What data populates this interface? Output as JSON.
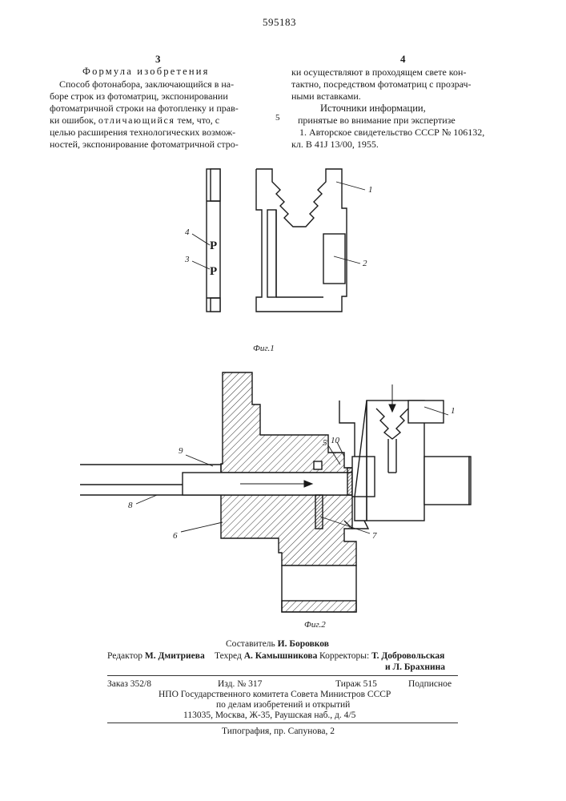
{
  "header": {
    "patent_number": "595183",
    "left_col_num": "3",
    "right_col_num": "4",
    "line_num": "5"
  },
  "left_col": {
    "heading": "Формула изобретения",
    "lines": [
      "Способ фотонабора, заключающийся в на-",
      "боре строк из фотоматриц, экспонировании",
      "фотоматричной строки на фотопленку и прав-",
      "ки ошибок,",
      "отличающийся",
      "тем, что, с",
      "целью расширения технологических возмож-",
      "ностей, экспонирование фотоматричной стро-"
    ]
  },
  "right_col": {
    "lines": [
      "ки осуществляют в проходящем свете кон-",
      "тактно, посредством фотоматриц с прозрач-",
      "ными вставками."
    ],
    "sources_title": "Источники информации,",
    "sources_sub": "принятые во внимание при экспертизе",
    "source_1a": "1. Авторское свидетельство СССР № 106132,",
    "source_1b": "кл. В 41J 13/00, 1955."
  },
  "figures": {
    "fig1_caption": "Фиг.1",
    "fig2_caption": "Фиг.2",
    "glyph": "P",
    "labels": {
      "l1": "1",
      "l2": "2",
      "l3": "3",
      "l4": "4",
      "l5": "5",
      "l6": "6",
      "l7": "7",
      "l8": "8",
      "l9": "9",
      "l10": "10"
    }
  },
  "imprint": {
    "compiler_role": "Составитель",
    "compiler_name": "И. Боровков",
    "editor_role": "Редактор",
    "editor_name": "М. Дмитриева",
    "techred_role": "Техред",
    "techred_name": "А. Камышникова",
    "correctors_role": "Корректоры:",
    "corrector_1": "Т. Добровольская",
    "corrector_2": "и Л. Брахнина",
    "order": "Заказ 352/8",
    "edition": "Изд. № 317",
    "circulation": "Тираж 515",
    "subscription": "Подписное",
    "org_1": "НПО Государственного комитета Совета Министров СССР",
    "org_2": "по делам изобретений и открытий",
    "address": "113035, Москва, Ж-35, Раушская наб., д. 4/5",
    "printer": "Типография, пр. Сапунова, 2"
  }
}
